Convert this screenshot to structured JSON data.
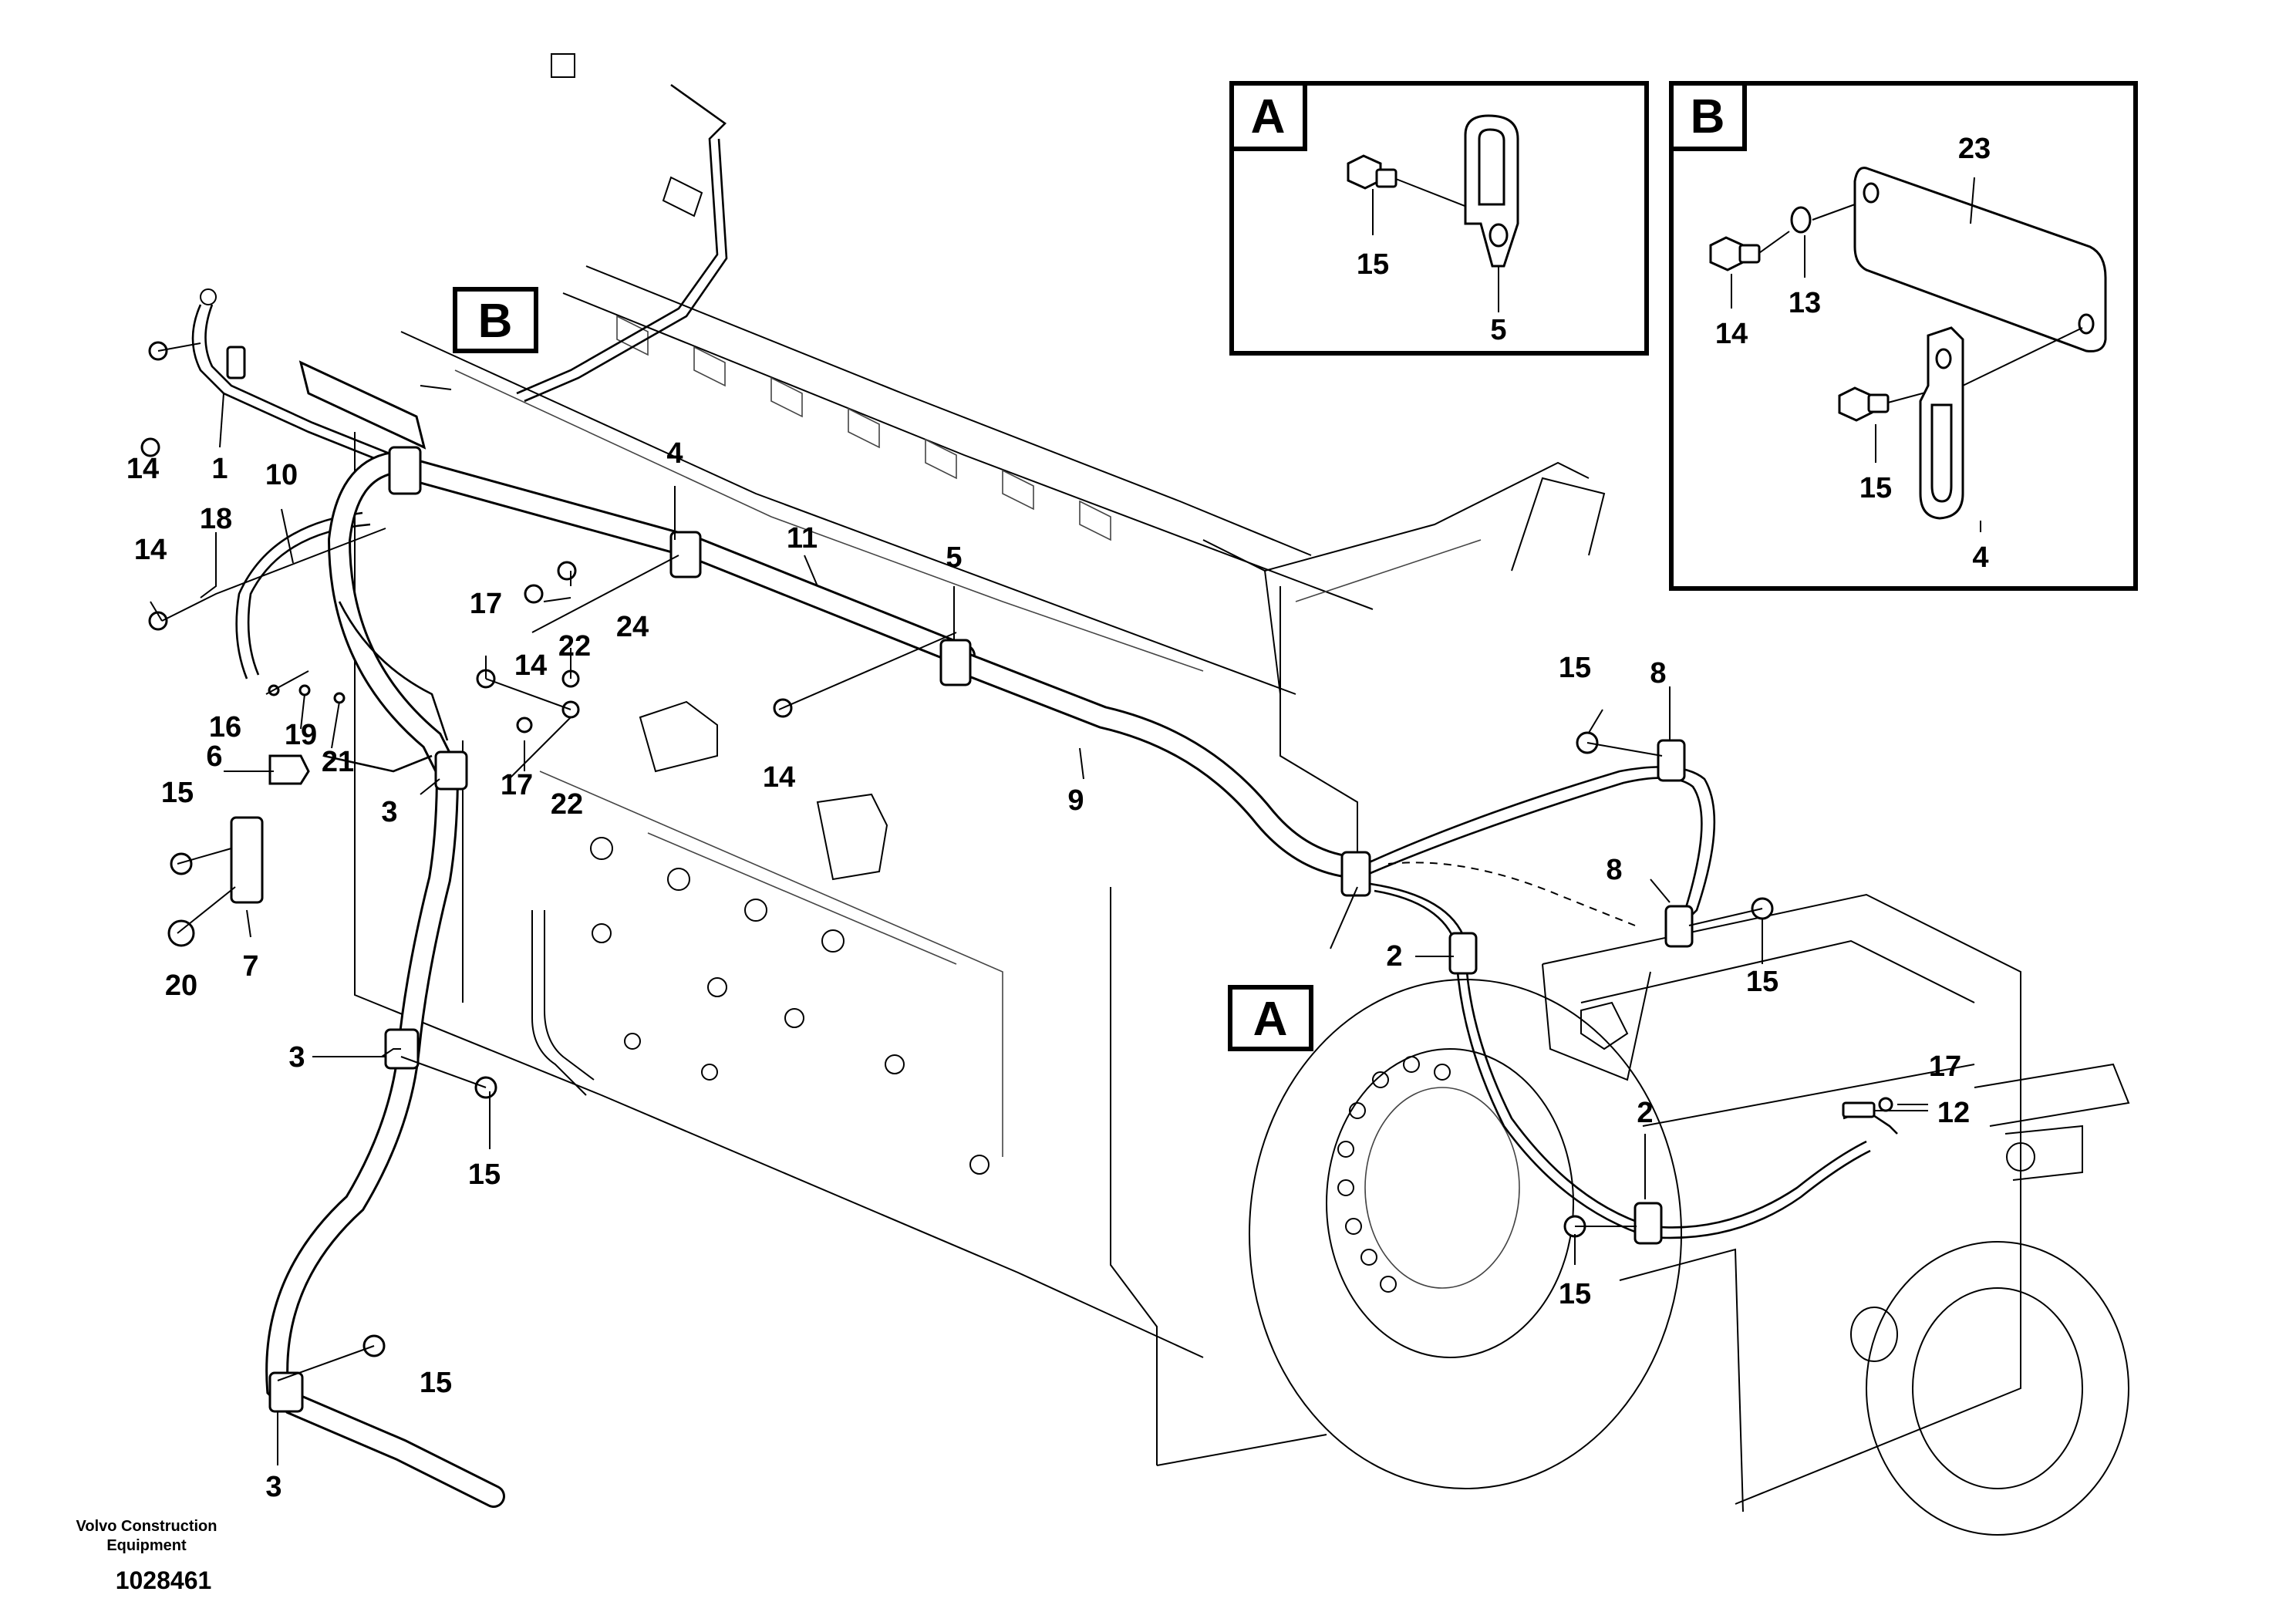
{
  "callouts": {
    "n1": "1",
    "n2a": "2",
    "n2b": "2",
    "n3a": "3",
    "n3b": "3",
    "n3c": "3",
    "n4": "4",
    "n5": "5",
    "n6": "6",
    "n7": "7",
    "n8a": "8",
    "n8b": "8",
    "n9": "9",
    "n10": "10",
    "n11": "11",
    "n12": "12",
    "n14a": "14",
    "n14b": "14",
    "n14c": "14",
    "n14d": "14",
    "n15a": "15",
    "n15b": "15",
    "n15c": "15",
    "n15d": "15",
    "n15e": "15",
    "n15f": "15",
    "n16": "16",
    "n17a": "17",
    "n17b": "17",
    "n17c": "17",
    "n18": "18",
    "n19": "19",
    "n20": "20",
    "n21": "21",
    "n22a": "22",
    "n22b": "22",
    "n24": "24"
  },
  "view_tags": {
    "b_main": "B",
    "a_main": "A"
  },
  "inset_a": {
    "tag": "A",
    "n15": "15",
    "n5": "5"
  },
  "inset_b": {
    "tag": "B",
    "n23": "23",
    "n13": "13",
    "n14": "14",
    "n15": "15",
    "n4": "4"
  },
  "footer": {
    "brand_line1": "Volvo Construction",
    "brand_line2": "Equipment",
    "doc_number": "1028461"
  }
}
